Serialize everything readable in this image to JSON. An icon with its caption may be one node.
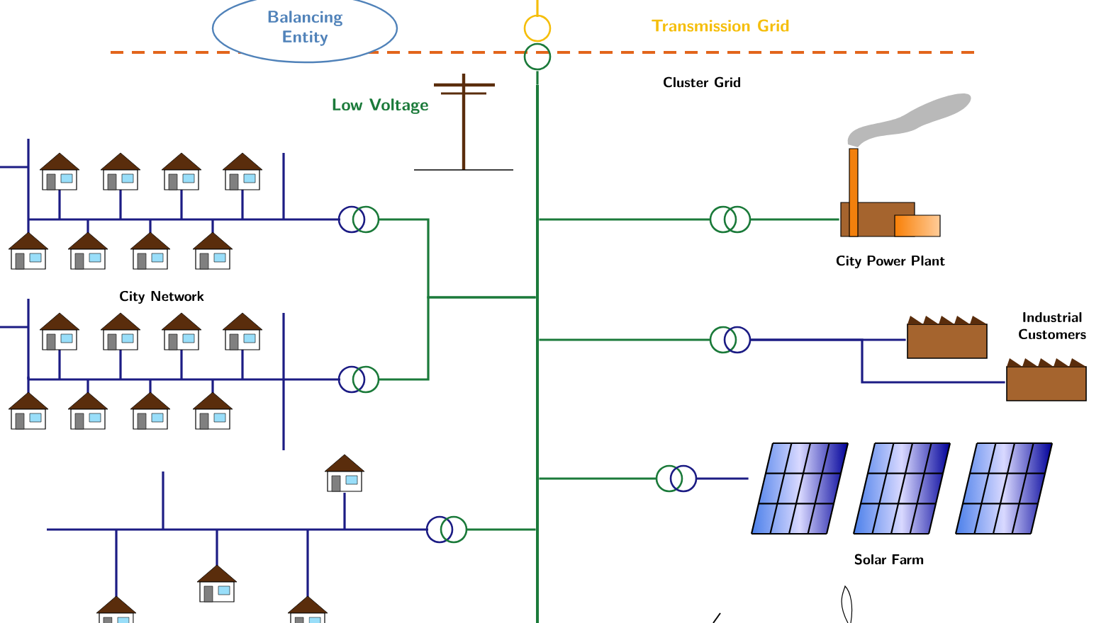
{
  "diagram": {
    "nodes": [
      {
        "text": [
          "Balancing Entity"
        ]
      },
      {
        "text": [],
        "shape": "circle"
      },
      {
        "text": [],
        "shape": "bar"
      },
      {
        "text": [],
        "shape": "circle"
      },
      {
        "text": [],
        "shape": "circle"
      },
      {
        "text": [],
        "shape": "circle"
      },
      {
        "text": [],
        "shape": "circle"
      },
      {
        "text": [],
        "shape": "circle"
      },
      {
        "text": [],
        "shape": "circle"
      },
      {
        "text": [],
        "shape": "picture",
        "beside": [
          "City Power Plant"
        ]
      },
      {
        "text": [],
        "shape": "box",
        "beside": [
          "Industrial Customers"
        ]
      },
      {
        "text": [],
        "shape": "box"
      },
      {
        "text": [],
        "shape": "picture"
      },
      {
        "text": [],
        "shape": "picture",
        "beside": [
          "Solar Farm"
        ]
      },
      {
        "text": [],
        "shape": "picture"
      }
    ],
    "edges": [
      {
        "from": 1,
        "to": 2,
        "arrow": "none"
      },
      {
        "from": 2,
        "to": 3,
        "arrow": "none"
      },
      {
        "from": 2,
        "to": 4,
        "arrow": "none"
      },
      {
        "from": 2,
        "to": 5,
        "arrow": "none"
      },
      {
        "from": 2,
        "to": 6,
        "arrow": "none"
      },
      {
        "from": 6,
        "to": 9,
        "arrow": "none"
      },
      {
        "from": 2,
        "to": 7,
        "arrow": "none"
      },
      {
        "from": 7,
        "to": 10,
        "arrow": "none",
        "color": "#1c1c84"
      },
      {
        "from": 7,
        "to": 11,
        "arrow": "none",
        "color": "#1c1c84"
      },
      {
        "from": 2,
        "to": 8,
        "arrow": "none"
      },
      {
        "from": 8,
        "to": 12,
        "arrow": "none",
        "color": "#1c1c84"
      }
    ],
    "labels": [
      "Transmission Grid",
      "Cluster Grid",
      "Low Voltage",
      "City Network"
    ]
  }
}
